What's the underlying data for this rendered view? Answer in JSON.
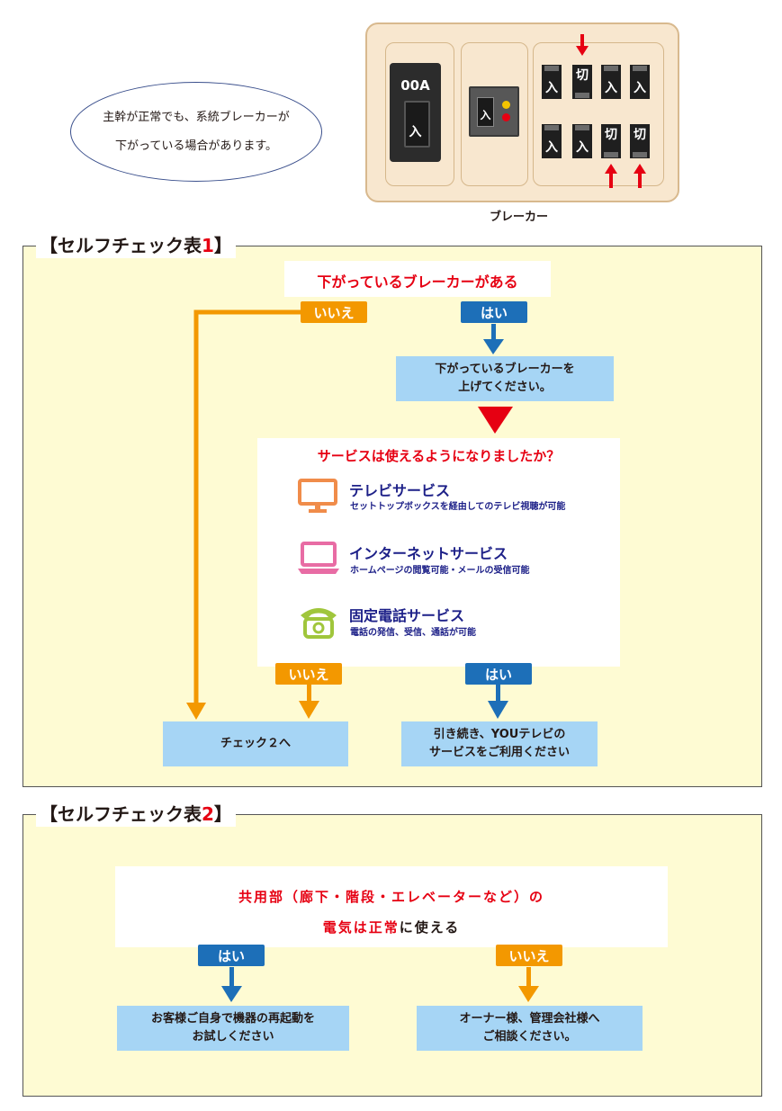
{
  "top": {
    "speech_line1": "主幹が正常でも、系統ブレーカーが",
    "speech_line2": "下がっている場合があります。",
    "panel_caption": "ブレーカー",
    "main_breaker_amp": "00A",
    "main_breaker_lever": "入",
    "elb_lever": "入",
    "switch_on": "入",
    "switch_off": "切"
  },
  "check1": {
    "title_prefix": "【セルフチェック表",
    "title_number": "1",
    "title_suffix": "】",
    "question": "下がっているブレーカーがある",
    "no_label": "いいえ",
    "yes_label": "はい",
    "action_line1": "下がっているブレーカーを",
    "action_line2": "上げてください。",
    "services_question": "サービスは使えるようになりましたか？",
    "services": [
      {
        "title": "テレビサービス",
        "desc": "セットトップボックスを経由してのテレビ視聴が可能"
      },
      {
        "title": "インターネットサービス",
        "desc": "ホームページの閲覧可能・メールの受信可能"
      },
      {
        "title": "固定電話サービス",
        "desc": "電話の発信、受信、通話が可能"
      }
    ],
    "no_label2": "いいえ",
    "yes_label2": "はい",
    "result_no": "チェック２へ",
    "result_yes_line1": "引き続き、YOUテレビの",
    "result_yes_line2": "サービスをご利用ください"
  },
  "check2": {
    "title_prefix": "【セルフチェック表",
    "title_number": "2",
    "title_suffix": "】",
    "question_line1": "共用部（廊下・階段・エレベーターなど）の",
    "question_line2_red": "電気は正常",
    "question_line2_rest": "に使える",
    "yes_label": "はい",
    "no_label": "いいえ",
    "result_yes_line1": "お客様ご自身で機器の再起動を",
    "result_yes_line2": "お試しください",
    "result_no_line1": "オーナー様、管理会社様へ",
    "result_no_line2": "ご相談ください。"
  },
  "colors": {
    "accent_red": "#e60012",
    "orange": "#f39800",
    "blue": "#1d6fb8",
    "light_blue": "#a6d5f5",
    "cream": "#fefbd3",
    "navy_text": "#1d2088",
    "tv_icon": "#f08c4a",
    "pc_icon": "#e86ca4",
    "phone_icon": "#a0c63c"
  },
  "icons": [
    "tv-icon",
    "laptop-icon",
    "telephone-icon"
  ]
}
